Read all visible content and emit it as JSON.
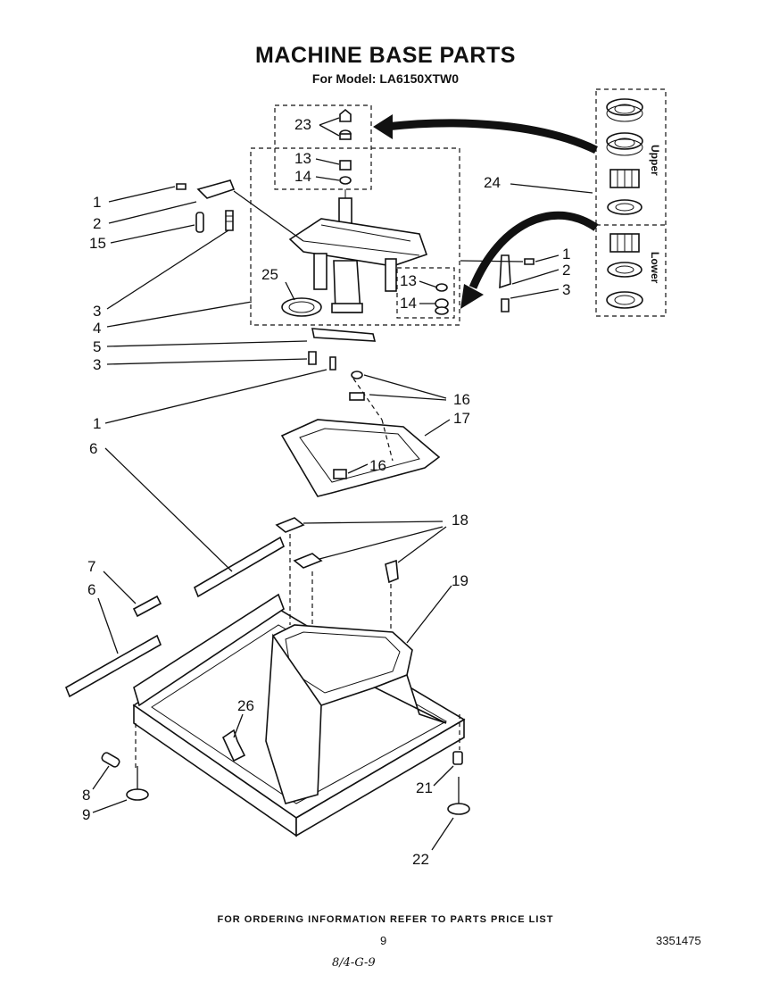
{
  "header": {
    "title": "MACHINE BASE PARTS",
    "subtitle": "For Model: LA6150XTW0"
  },
  "callouts": {
    "c23": "23",
    "c13a": "13",
    "c14a": "14",
    "c1a": "1",
    "c2a": "2",
    "c15": "15",
    "c24": "24",
    "c25": "25",
    "c13b": "13",
    "c14b": "14",
    "c1b": "1",
    "c2b": "2",
    "c3b": "3",
    "c3a": "3",
    "c4": "4",
    "c5": "5",
    "c3c": "3",
    "c16a": "16",
    "c1c": "1",
    "c17": "17",
    "c16b": "16",
    "c6a": "6",
    "c18": "18",
    "c7": "7",
    "c6b": "6",
    "c19": "19",
    "c26": "26",
    "c8": "8",
    "c9": "9",
    "c21": "21",
    "c22": "22"
  },
  "bearing_box": {
    "upper_label": "Upper",
    "lower_label": "Lower"
  },
  "footer": {
    "ordering_note": "FOR ORDERING INFORMATION REFER TO PARTS PRICE LIST",
    "page_number": "9",
    "document_number": "3351475",
    "handwritten_note": "8/4-G-9"
  }
}
